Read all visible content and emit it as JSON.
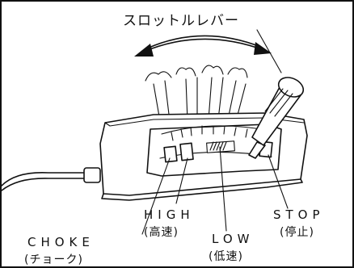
{
  "labels": {
    "throttle_lever": "スロットルレバー",
    "high": "HIGH",
    "high_ja": "(高速)",
    "stop": "STOP",
    "stop_ja": "(停止)",
    "low": "LOW",
    "low_ja": "(低速)",
    "choke": "CHOKE",
    "choke_ja": "(チョーク)"
  }
}
